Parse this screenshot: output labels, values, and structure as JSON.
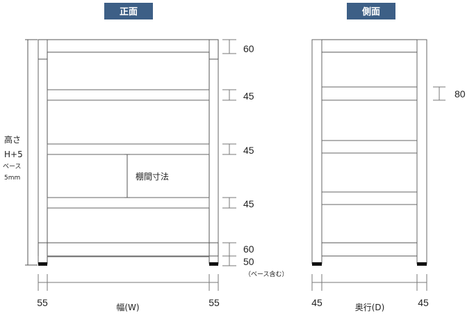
{
  "front": {
    "title": "正面",
    "height_label": "高さ",
    "height_formula": "H+5",
    "base_note": "ベース",
    "base_note2": "5mm",
    "shelf_gap_label": "棚間寸法",
    "width_label": "幅(W)",
    "left_margin": "55",
    "right_margin": "55",
    "dims": [
      "60",
      "45",
      "45",
      "45",
      "60",
      "50"
    ],
    "base_included": "（ベース含む）"
  },
  "side": {
    "title": "側面",
    "depth_label": "奥行(D)",
    "left_margin": "45",
    "right_margin": "45",
    "shelf_thickness": "80"
  },
  "colors": {
    "badge": "#3d5f86",
    "line": "#555555",
    "base": "#111111"
  }
}
